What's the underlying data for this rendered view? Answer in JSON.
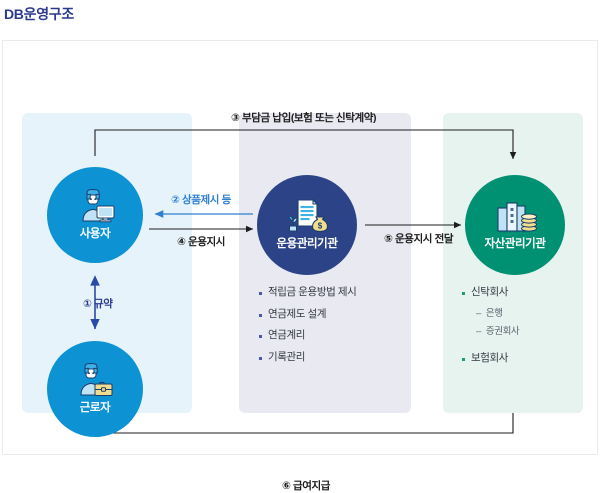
{
  "page": {
    "title": "DB운영구조"
  },
  "colors": {
    "title": "#2b3a8f",
    "user_circle": "#0d92d4",
    "worker_circle": "#0d92d4",
    "manager_circle": "#2c4487",
    "asset_circle": "#009173",
    "panel_left_bg": "#e6f3fb",
    "panel_mid_bg": "#e9e9f1",
    "panel_right_bg": "#e7f3ee",
    "arrow_black": "#1d1d1d",
    "arrow_blue": "#2f7fd0",
    "frame_border": "#ebebeb"
  },
  "nodes": {
    "user": {
      "label": "사용자",
      "icon": "person-with-computer-icon"
    },
    "worker": {
      "label": "근로자",
      "icon": "person-with-briefcase-icon"
    },
    "manager": {
      "label": "운용관리기관",
      "icon": "document-with-money-bag-icon",
      "duties": [
        "적립금 운용방법 제시",
        "연금제도 설계",
        "연금계리",
        "기록관리"
      ]
    },
    "asset": {
      "label": "자산관리기관",
      "icon": "bank-with-coins-icon",
      "institutions": [
        {
          "label": "신탁회사",
          "children": [
            "은행",
            "증권회사"
          ]
        },
        {
          "label": "보험회사",
          "children": []
        }
      ]
    }
  },
  "flows": [
    {
      "id": "step1",
      "label": "① 규약",
      "from": "user",
      "to": "worker",
      "direction": "both",
      "color": "#2b3a8f"
    },
    {
      "id": "step2",
      "label": "② 상품제시 등",
      "from": "manager",
      "to": "user",
      "direction": "left",
      "color": "#2f7fd0"
    },
    {
      "id": "step3",
      "label": "③ 부담금 납입(보험 또는 신탁계약)",
      "from": "user",
      "to": "asset",
      "direction": "right",
      "color": "#1d1d1d"
    },
    {
      "id": "step4",
      "label": "④ 운용지시",
      "from": "user",
      "to": "manager",
      "direction": "right",
      "color": "#1d1d1d"
    },
    {
      "id": "step5",
      "label": "⑤ 운용지시 전달",
      "from": "manager",
      "to": "asset",
      "direction": "right",
      "color": "#1d1d1d"
    },
    {
      "id": "step6",
      "label": "⑥ 급여지급",
      "from": "asset",
      "to": "worker",
      "direction": "left",
      "color": "#1d1d1d"
    }
  ]
}
